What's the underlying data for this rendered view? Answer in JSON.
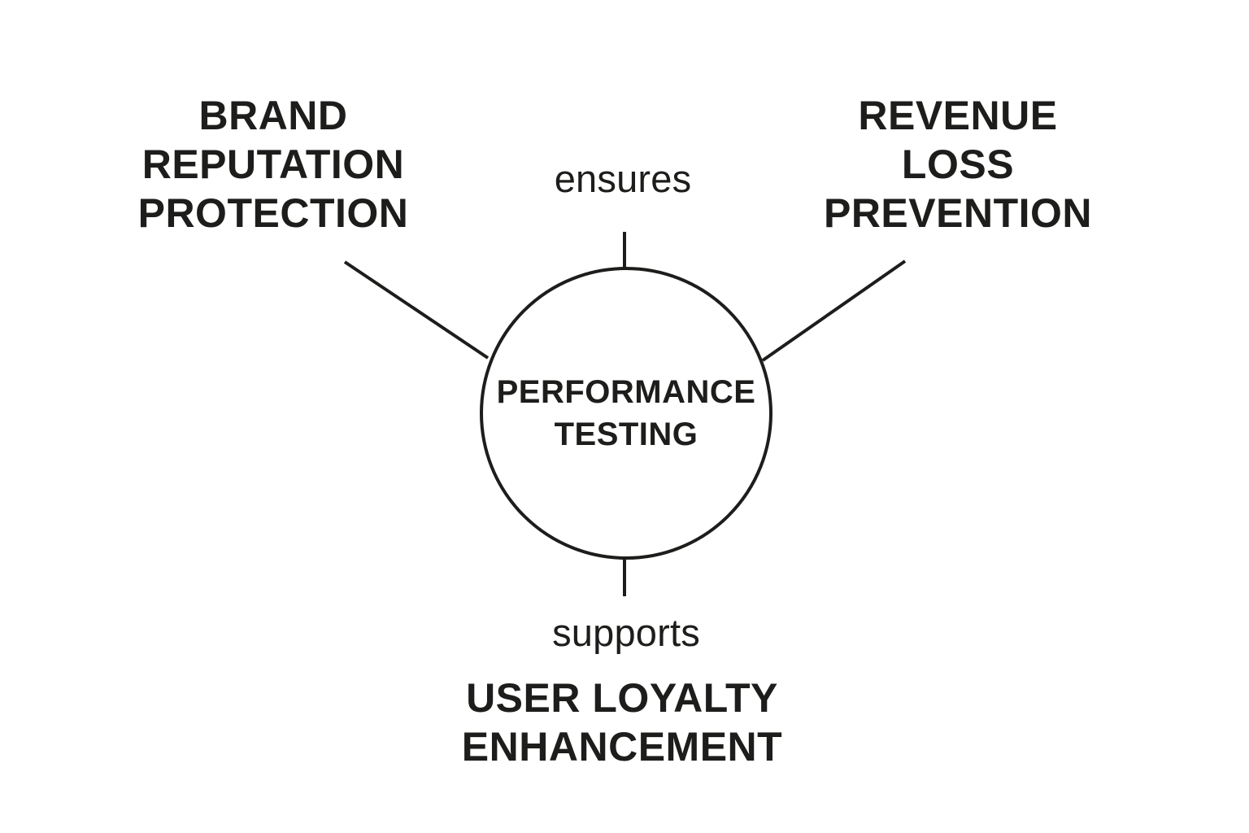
{
  "diagram": {
    "type": "concept-map",
    "center_node": {
      "lines": [
        "PERFORMANCE",
        "TESTING"
      ]
    },
    "nodes": {
      "brand": {
        "lines": [
          "BRAND",
          "REPUTATION",
          "PROTECTION"
        ]
      },
      "revenue": {
        "lines": [
          "REVENUE",
          "LOSS",
          "PREVENTION"
        ]
      },
      "loyalty": {
        "lines": [
          "USER LOYALTY",
          "ENHANCEMENT"
        ]
      }
    },
    "edge_labels": {
      "top": "ensures",
      "bottom": "supports"
    },
    "colors": {
      "ink": "#1d1d1b",
      "background": "#ffffff"
    }
  }
}
